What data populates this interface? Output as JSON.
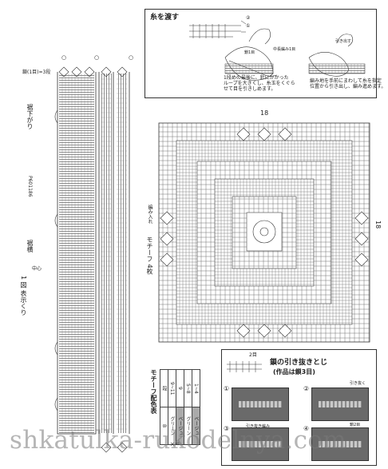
{
  "panel_top": {
    "title": "糸を渡す",
    "labels": [
      "糸を渡す",
      "②",
      "①",
      "鎖1目",
      "中長編み1目",
      "引き出す",
      "①"
    ],
    "caption_left": "1段めの最後に、針にかかった\nループを大きくし、糸玉をくぐら\nせて目を引きしめます。",
    "caption_right": "編み地を手前にまわして糸を指定\n位置から引き出し、編み進めます。"
  },
  "left_chart": {
    "label_start": "鎖(1目)=3段",
    "label_hem": "裾下がり",
    "label_direction": "裾横",
    "label_pattern_no": "P601186",
    "label_width": "中心",
    "label_title": "1 図 表示くり"
  },
  "motif": {
    "label": "モチーフ 4枚",
    "dimension_top": "18",
    "dimension_side": "18",
    "label_side_note": "編み入れ"
  },
  "color_table": {
    "title": "モチーフ配色表",
    "headers": [
      "段",
      "B"
    ],
    "rows": [
      {
        "rounds": "9~11",
        "color": "グリーン"
      },
      {
        "rounds": "9",
        "color": "ベージュ"
      },
      {
        "rounds": "5~8",
        "color": "グリーン"
      },
      {
        "rounds": "1~4",
        "color": "ベージュ"
      }
    ]
  },
  "panel_bottom": {
    "title": "鎖の引き抜きとじ",
    "subtitle": "(作品は鎖3目)",
    "dim": "2目",
    "steps": [
      "①",
      "②",
      "③",
      "④"
    ],
    "notes": [
      "引き抜く",
      "引き抜き編み",
      "鎖2目"
    ]
  },
  "bottom_left_note": "×=",
  "watermark": "shkatulka-rukodelnya.com"
}
